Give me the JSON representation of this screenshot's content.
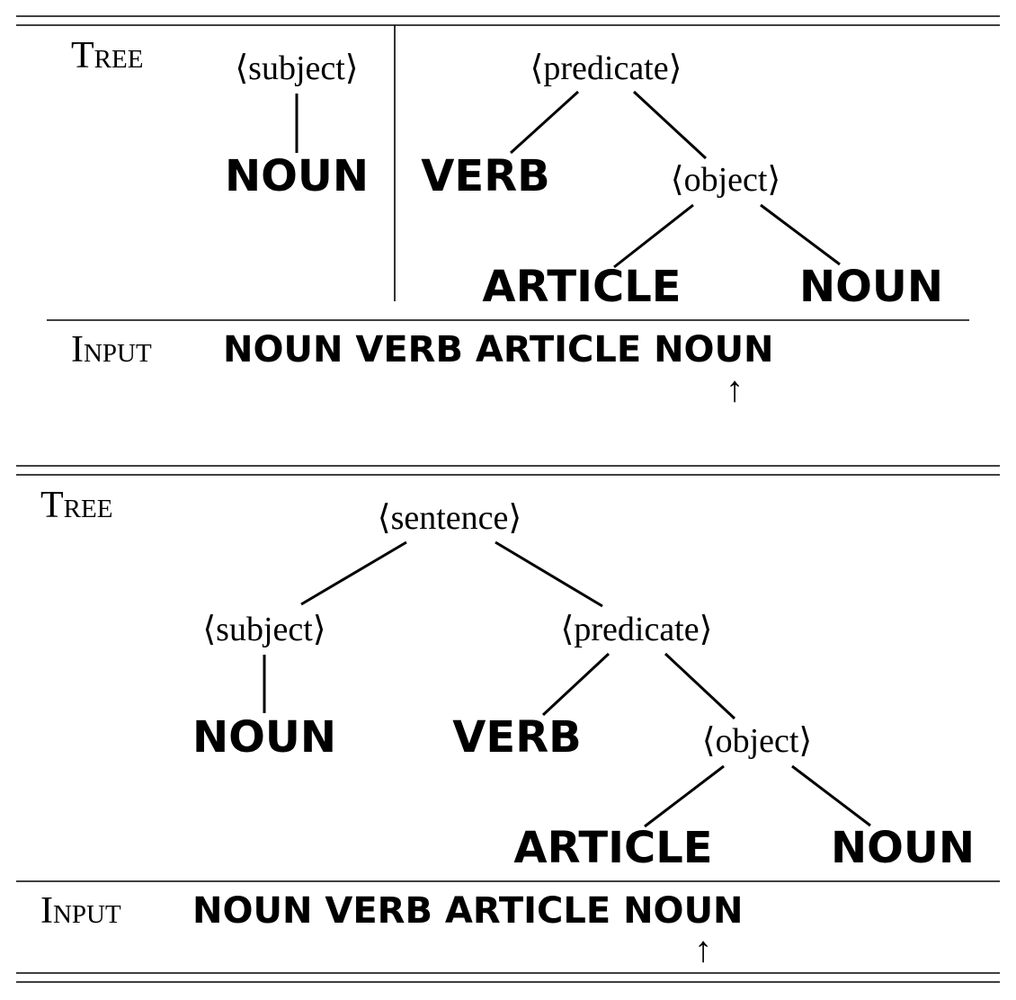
{
  "panels": [
    {
      "section_labels": {
        "tree": "Tree",
        "input": "Input"
      },
      "nodes": {
        "subject": "⟨subject⟩",
        "subject_noun": "NOUN",
        "predicate": "⟨predicate⟩",
        "verb": "VERB",
        "object": "⟨object⟩",
        "article": "ARTICLE",
        "object_noun": "NOUN"
      },
      "input_sequence": "NOUN VERB ARTICLE NOUN",
      "pointer": "↑"
    },
    {
      "section_labels": {
        "tree": "Tree",
        "input": "Input"
      },
      "nodes": {
        "sentence": "⟨sentence⟩",
        "subject": "⟨subject⟩",
        "subject_noun": "NOUN",
        "predicate": "⟨predicate⟩",
        "verb": "VERB",
        "object": "⟨object⟩",
        "article": "ARTICLE",
        "object_noun": "NOUN"
      },
      "input_sequence": "NOUN VERB ARTICLE NOUN",
      "pointer": "↑"
    }
  ]
}
